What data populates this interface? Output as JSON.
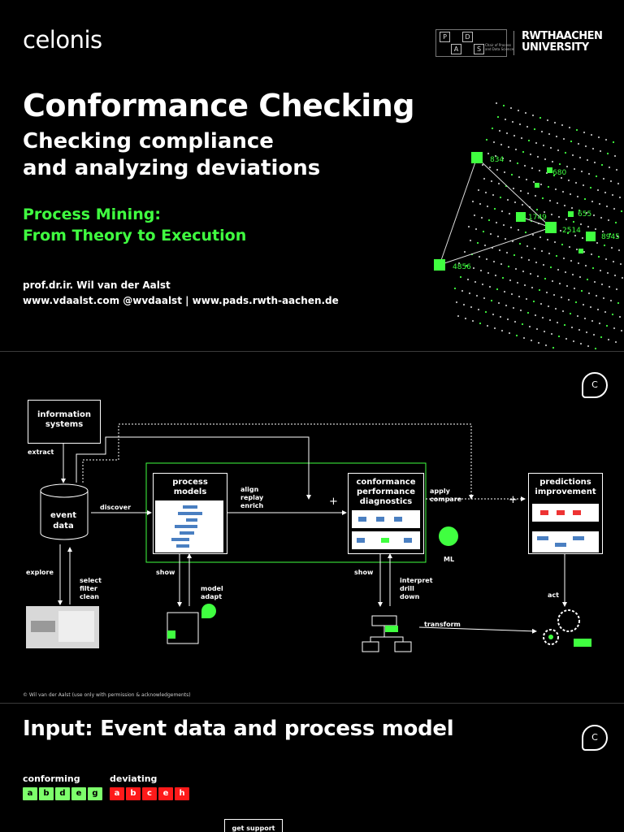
{
  "slide1": {
    "logo": "celonis",
    "pads_letters": [
      "P",
      "D",
      "A",
      "S"
    ],
    "pads_caption": "Chair of Process and Data Science",
    "rwth_line1": "RWTHAACHEN",
    "rwth_line2": "UNIVERSITY",
    "title": "Conformance Checking",
    "subtitle_line1": "Checking compliance",
    "subtitle_line2": "and analyzing deviations",
    "series_line1": "Process Mining:",
    "series_line2": "From Theory to Execution",
    "author_line1": "prof.dr.ir. Wil van der Aalst",
    "author_line2": "www.vdaalst.com @wvdaalst | www.pads.rwth-aachen.de",
    "network_numbers": [
      "834",
      "680",
      "1749",
      "655",
      "2514",
      "8945",
      "4856"
    ],
    "accent_color": "#40ff40"
  },
  "slide2": {
    "corner_logo": "C",
    "nodes": {
      "information_systems": [
        "information",
        "systems"
      ],
      "event_data": [
        "event",
        "data"
      ],
      "process_models": [
        "process",
        "models"
      ],
      "conformance": [
        "conformance",
        "performance",
        "diagnostics"
      ],
      "predictions": [
        "predictions",
        "improvement"
      ]
    },
    "labels": {
      "extract": "extract",
      "discover": "discover",
      "align": [
        "align",
        "replay",
        "enrich"
      ],
      "apply": [
        "apply",
        "compare"
      ],
      "ml": "ML",
      "explore": "explore",
      "select": [
        "select",
        "filter",
        "clean"
      ],
      "show_left": "show",
      "model": [
        "model",
        "adapt"
      ],
      "show_right": "show",
      "interpret": [
        "interpret",
        "drill",
        "down"
      ],
      "transform": "transform",
      "act": "act"
    },
    "copyright": "© Wil van der Aalst (use only with permission & acknowledgements)"
  },
  "slide3": {
    "corner_logo": "C",
    "title": "Input: Event data and process model",
    "conforming_label": "conforming",
    "deviating_label": "deviating",
    "conforming_trace": [
      "a",
      "b",
      "d",
      "e",
      "g"
    ],
    "deviating_trace": [
      "a",
      "b",
      "c",
      "e",
      "h"
    ],
    "get_support": "get support",
    "conforming_color": "#7dff6b",
    "deviating_color": "#ff1a1a"
  }
}
